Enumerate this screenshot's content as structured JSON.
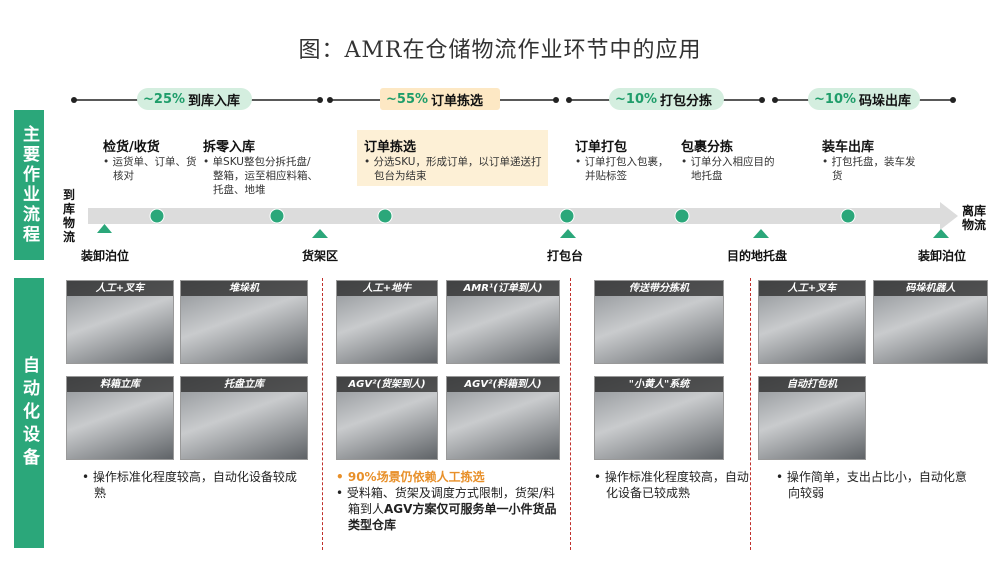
{
  "title": "图：AMR在仓储物流作业环节中的应用",
  "sections": {
    "process": "主要作业流程",
    "equipment": "自动化设备"
  },
  "phases": [
    {
      "pct": "~25%",
      "label": "到库入库"
    },
    {
      "pct": "~55%",
      "label": "订单拣选"
    },
    {
      "pct": "~10%",
      "label": "打包分拣"
    },
    {
      "pct": "~10%",
      "label": "码垛出库"
    }
  ],
  "steps": [
    {
      "title": "检货/收货",
      "desc": "运货单、订单、货核对"
    },
    {
      "title": "拆零入库",
      "desc": "单SKU整包分拆托盘/整箱，运至相应料箱、托盘、地堆"
    },
    {
      "title": "订单拣选",
      "desc": "分选SKU，形成订单，以订单递送打包台为结束"
    },
    {
      "title": "订单打包",
      "desc": "订单打包入包裹，并贴标签"
    },
    {
      "title": "包裹分拣",
      "desc": "订单分入相应目的地托盘"
    },
    {
      "title": "装车出库",
      "desc": "打包托盘，装车发货"
    }
  ],
  "timeline": {
    "start": "到库物流",
    "end": "离库物流",
    "points": [
      "装卸泊位",
      "货架区",
      "打包台",
      "目的地托盘",
      "装卸泊位"
    ]
  },
  "photos": [
    "人工+叉车",
    "堆垛机",
    "料箱立库",
    "托盘立库",
    "人工+地牛",
    "AMR¹(订单到人)",
    "AGV²(货架到人)",
    "AGV²(料箱到人)",
    "传送带分拣机",
    "\"小黄人\"系统",
    "人工+叉车",
    "码垛机器人",
    "自动打包机"
  ],
  "notes": {
    "col1": [
      "操作标准化程度较高，自动化设备较成熟"
    ],
    "col2a": "90%场景仍依赖人工拣选",
    "col2b_pre": "受料箱、货架及调度方式限制，货架/料箱到人",
    "col2b_bold": "AGV方案仅可服务单一小件货品类型仓库",
    "col3": [
      "操作标准化程度较高，自动化设备已较成熟"
    ],
    "col4": [
      "操作简单，支出占比小，自动化意向较弱"
    ]
  },
  "colors": {
    "accent": "#2ba77a",
    "light_accent": "#d4eedf",
    "highlight": "#fde8c4",
    "divider": "#c0302c",
    "note_orange": "#e8902a"
  }
}
